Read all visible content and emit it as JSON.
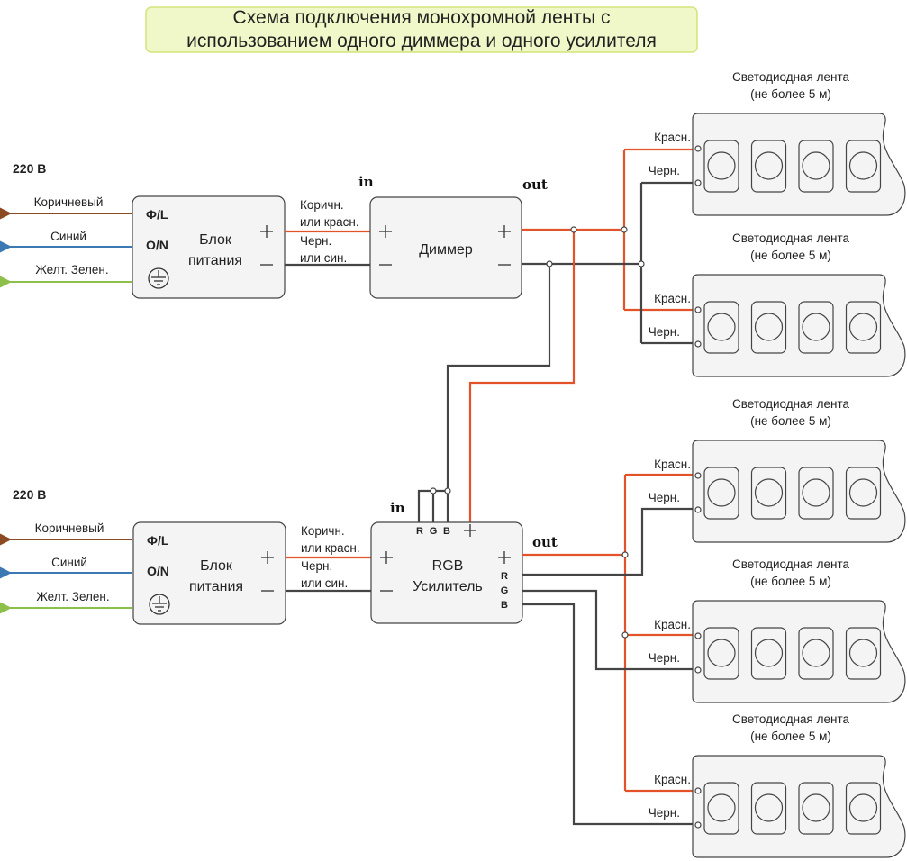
{
  "title": [
    "Схема подключения монохромной ленты с",
    "использованием одного диммера и одного усилителя"
  ],
  "voltage": "220 В",
  "wires_in": {
    "brown": "Коричневый",
    "blue": "Синий",
    "ground": "Желт. Зелен."
  },
  "psu": {
    "line1": "Блок",
    "line2": "питания",
    "phase": "Ф/L",
    "neutral": "O/N"
  },
  "link_labels": {
    "pos1": "Коричн.",
    "pos2": "или красн.",
    "neg1": "Черн.",
    "neg2": "или син."
  },
  "port_in": "in",
  "port_out": "out",
  "dimmer": {
    "label": "Диммер"
  },
  "amplifier": {
    "line1": "RGB",
    "line2": "Усилитель",
    "R": "R",
    "G": "G",
    "B": "B"
  },
  "strip": {
    "title1": "Светодиодная лента",
    "title2": "(не более 5 м)",
    "red": "Красн.",
    "black": "Черн."
  },
  "colors": {
    "red_wire": "#e2532a",
    "black_wire": "#454545",
    "brown_wire": "#8b4a22",
    "blue_wire": "#3b78b4",
    "green_wire": "#8cc04a"
  }
}
